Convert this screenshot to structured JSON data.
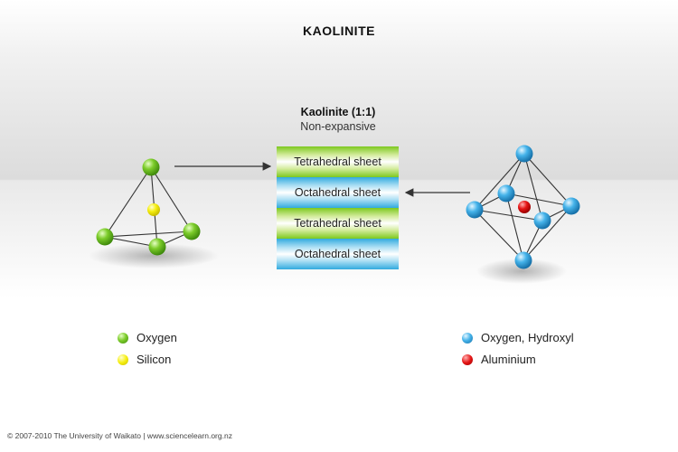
{
  "title": "KAOLINITE",
  "stack": {
    "title": "Kaolinite (1:1)",
    "subtitle": "Non-expansive",
    "sheets": [
      "Tetrahedral sheet",
      "Octahedral sheet",
      "Tetrahedral sheet",
      "Octahedral sheet"
    ]
  },
  "legend": {
    "oxygen": "Oxygen",
    "silicon": "Silicon",
    "oxygen_hydroxyl": "Oxygen, Hydroxyl",
    "aluminium": "Aluminium"
  },
  "colors": {
    "oxygen_green": "#6cc21e",
    "silicon_yellow": "#f2ea0a",
    "hydroxyl_blue": "#35a9e3",
    "aluminium_red": "#e01010"
  },
  "footer": "© 2007-2010 The University of Waikato | www.sciencelearn.org.nz"
}
